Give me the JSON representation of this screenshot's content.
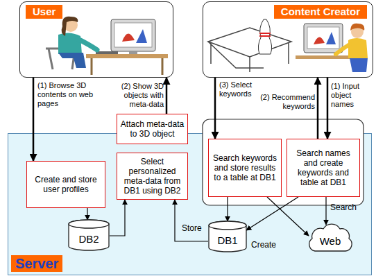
{
  "diagram": {
    "nodes": [
      {
        "text": [
          "User"
        ]
      },
      {
        "text": [
          "Content Creator"
        ]
      },
      {
        "text": [
          "Server"
        ]
      },
      {
        "text": [
          "Create and store user profiles"
        ],
        "in": 2
      },
      {
        "text": [
          "Attach meta-data to 3D object"
        ]
      },
      {
        "text": [
          "Select personalized meta-data from DB1 using DB2"
        ],
        "in": 2
      },
      {
        "text": [
          "Search keywords and store results to a table at DB1"
        ],
        "in": 2
      },
      {
        "text": [
          "Search names and create keywords and table at DB1"
        ],
        "in": 2
      },
      {
        "text": [
          "DB2"
        ],
        "in": 2
      },
      {
        "text": [
          "DB1"
        ],
        "in": 2
      },
      {
        "text": [
          "Web"
        ],
        "in": 2
      }
    ],
    "edges": [
      {
        "from": 0,
        "to": 3,
        "arrow": "to",
        "label": "(1) Browse 3D contents on web pages"
      },
      {
        "from": 4,
        "to": 0,
        "arrow": "to",
        "label": "(2) Show 3D objects with meta-data"
      },
      {
        "from": 1,
        "to": 6,
        "arrow": "to",
        "label": "(3) Select keywords"
      },
      {
        "from": 7,
        "to": 1,
        "arrow": "to",
        "label": "(2) Recommend keywords"
      },
      {
        "from": 1,
        "to": 7,
        "arrow": "to",
        "label": "(1) Input object names"
      },
      {
        "from": 3,
        "to": 8,
        "arrow": "to"
      },
      {
        "from": 8,
        "to": 5,
        "arrow": "to"
      },
      {
        "from": 9,
        "to": 5,
        "arrow": "to"
      },
      {
        "from": 6,
        "to": 9,
        "arrow": "to",
        "label": "Store"
      },
      {
        "from": 6,
        "to": 10,
        "arrow": "to"
      },
      {
        "from": 7,
        "to": 9,
        "arrow": "to",
        "label": "Create"
      },
      {
        "from": 7,
        "to": 10,
        "arrow": "to",
        "label": "Search"
      }
    ]
  }
}
